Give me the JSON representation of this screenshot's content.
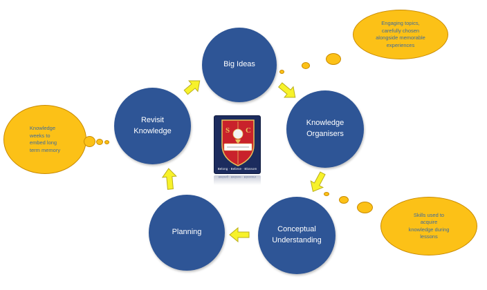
{
  "nodes": {
    "big_ideas": "Big Ideas",
    "knowledge_organisers": "Knowledge Organisers",
    "conceptual_understanding": "Conceptual Understanding",
    "planning": "Planning",
    "revisit_knowledge": "Revisit Knowledge"
  },
  "clouds": {
    "top_right": "Engaging topics,\ncarefully chosen\nalongside memorable\nexperiences",
    "left": "Knowledge\nweeks to\nembed long\nterm memory",
    "bottom_right": "Skills used to\nacquire\nknowledge during\nlessons"
  },
  "logo": {
    "initials": "S C",
    "motto": "Belong · Believe · Blossom"
  },
  "colors": {
    "node_fill": "#2e5596",
    "arrow_fill": "#f7f22a",
    "cloud_fill": "#fcc117",
    "logo_bg": "#1c2c5e"
  }
}
